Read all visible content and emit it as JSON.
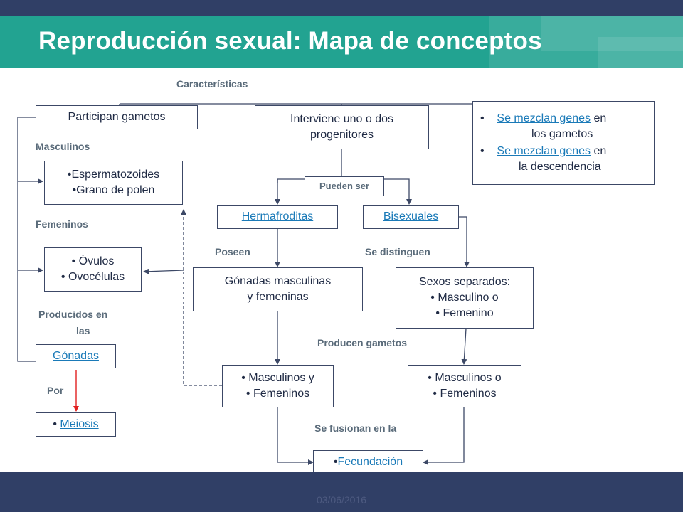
{
  "title": "Reproducción sexual: Mapa de conceptos",
  "date": "03/06/2016",
  "colors": {
    "top_band": "#303f66",
    "title_band": "#22a391",
    "link": "#1a7ab8",
    "arrow_red": "#e02020"
  },
  "boxes": {
    "participan": "Participan gametos",
    "interviene": "Interviene uno o dos progenitores",
    "mezclan": {
      "link": "Se mezclan genes",
      "line1_rest": " en",
      "line1_cont": "los gametos",
      "line2_rest": " en",
      "line2_cont": "la descendencia"
    },
    "esperma": {
      "line1": "•Espermatozoides",
      "line2": "•Grano de polen"
    },
    "ovulos": {
      "line1": "• Óvulos",
      "line2": "• Ovocélulas"
    },
    "gonadas": "Gónadas",
    "meiosis": "Meiosis",
    "pueden": "Pueden ser",
    "herma": "Hermafroditas",
    "bisex": "Bisexuales",
    "gonadas_mf": {
      "line1": "Gónadas masculinas",
      "line2": "y femeninas"
    },
    "sexos": {
      "line1": "Sexos separados:",
      "line2": "• Masculino o",
      "line3": "•  Femenino"
    },
    "masc_y": {
      "line1": "• Masculinos y",
      "line2": "• Femeninos"
    },
    "masc_o": {
      "line1": "• Masculinos o",
      "line2": "• Femeninos"
    },
    "fecundacion": "Fecundación"
  },
  "labels": {
    "caracteristicas": "Características",
    "masculinos": "Masculinos",
    "femeninos": "Femeninos",
    "producidos_1": "Producidos en",
    "producidos_2": "las",
    "por": "Por",
    "poseen": "Poseen",
    "distinguen": "Se distinguen",
    "producen": "Producen gametos",
    "fusionan": "Se fusionan en la"
  }
}
